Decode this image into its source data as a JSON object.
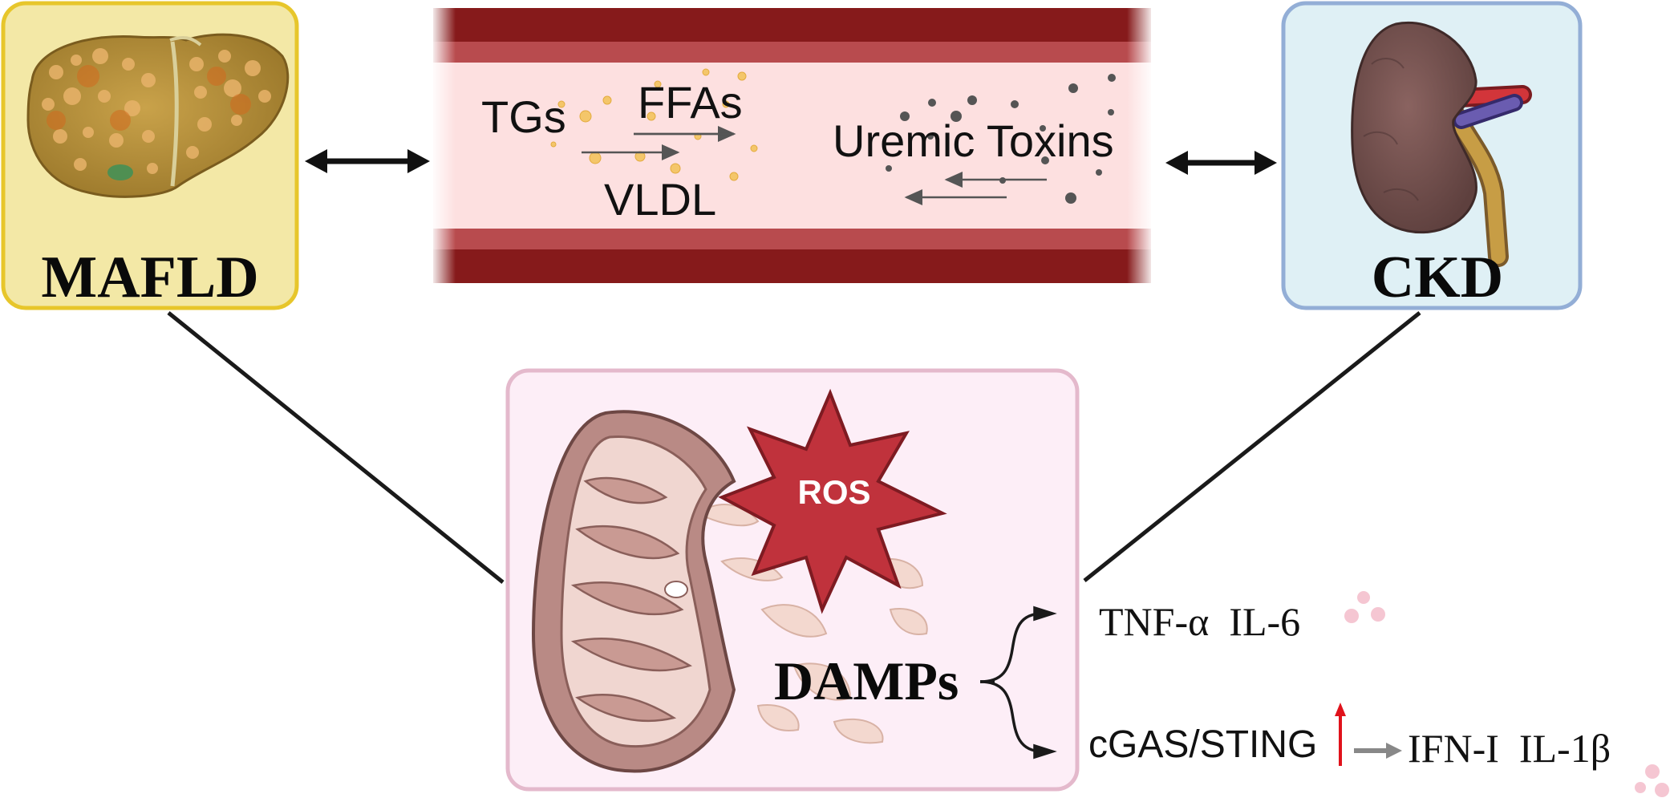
{
  "nodes": {
    "mafld": {
      "label": "MAFLD"
    },
    "ckd": {
      "label": "CKD"
    },
    "vessel": {
      "left_labels": [
        "TGs",
        "FFAs",
        "VLDL"
      ],
      "right_label": "Uremic Toxins"
    },
    "mito": {
      "ros_label": "ROS",
      "damps_label": "DAMPs",
      "outputs": {
        "top": "TNF-α  IL-6",
        "bottom_left": "cGAS/STING",
        "bottom_right": "IFN-I  IL-1β"
      }
    }
  },
  "colors": {
    "mafld_fill": "#f3e8a6",
    "mafld_border": "#e7c62b",
    "ckd_fill": "#dff0f5",
    "ckd_border": "#93aed6",
    "vessel_wall": "#861a1b",
    "vessel_inner_wall": "#b84b4e",
    "vessel_lumen": "#fde0e0",
    "mito_fill": "#fdeef7",
    "mito_border": "#e4b9cc",
    "ros_fill": "#c0323c",
    "up_arrow": "#e0121b"
  },
  "icons": [
    "liver-icon",
    "kidney-icon",
    "mitochondrion-icon",
    "ros-burst-icon",
    "double-arrow-icon",
    "up-arrow-icon",
    "right-arrow-icon",
    "brace-icon"
  ]
}
